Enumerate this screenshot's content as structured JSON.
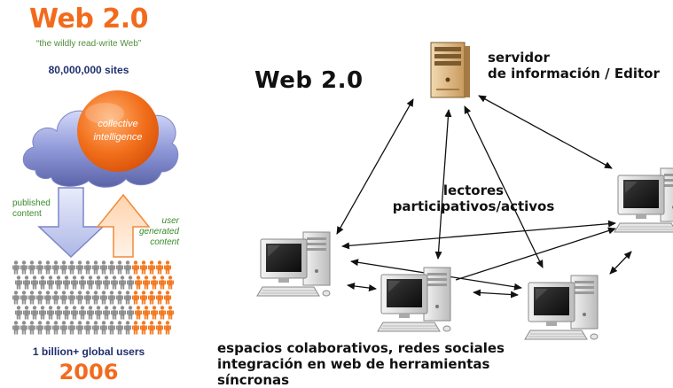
{
  "left_panel": {
    "title": "Web 2.0",
    "subtitle": "“the wildly read-write Web”",
    "sites": "80,000,000 sites",
    "cloud_text": [
      "collective",
      "intelligence"
    ],
    "published": [
      "published",
      "content"
    ],
    "user_generated": [
      "user",
      "generated",
      "content"
    ],
    "users": "1 billion+ global users",
    "year": "2006",
    "colors": {
      "orange": "#f26b1d",
      "navy": "#1f2f6e",
      "green": "#3a8a2a"
    }
  },
  "diagram": {
    "title": "Web 2.0",
    "server_label": [
      "servidor",
      "de información / Editor"
    ],
    "readers_label": [
      "lectores",
      "participativos/activos"
    ],
    "bottom_label": [
      "espacios colaborativos, redes sociales",
      "integración en web de herramientas",
      "síncronas"
    ]
  }
}
